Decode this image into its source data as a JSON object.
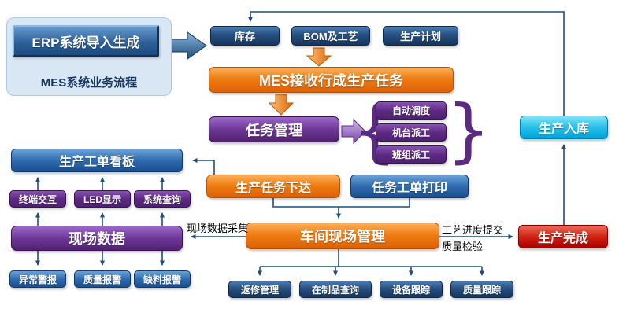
{
  "panel": {
    "erp_source": "ERP系统导入生成",
    "title": "MES系统业务流程"
  },
  "nodes": {
    "inventory": "库存",
    "bom_process": "BOM及工艺",
    "production_plan": "生产计划",
    "mes_receive": "MES接收行成生产任务",
    "task_management": "任务管理",
    "auto_schedule": "自动调度",
    "machine_dispatch": "机台派工",
    "team_dispatch": "班组派工",
    "work_order_kanban": "生产工单看板",
    "terminal_interaction": "终端交互",
    "led_display": "LED显示",
    "system_query": "系统查询",
    "field_data": "现场数据",
    "abnormal_alarm": "异常警报",
    "quality_alarm": "质量报警",
    "material_alarm": "缺料报警",
    "task_release": "生产任务下达",
    "work_order_print": "任务工单打印",
    "workshop_management": "车间现场管理",
    "production_complete": "生产完成",
    "production_inbound": "生产入库",
    "repair_management": "返修管理",
    "wip_query": "在制品查询",
    "equipment_tracking": "设备跟踪",
    "quality_tracking": "质量跟踪"
  },
  "edge_labels": {
    "field_data_collection": "现场数据采集",
    "process_progress_submit": "工艺进度提交",
    "quality_inspection": "质量检验"
  },
  "braces": {
    "left": "{",
    "right": "}"
  },
  "colors": {
    "navy": "#16365c",
    "orange": "#e36c09",
    "purple": "#5b2b82",
    "blue": "#1f5fa9",
    "red": "#c00000",
    "cyan": "#00b0f0",
    "panel_bg": "#d9e7f5",
    "connector": "#1f4e79"
  }
}
